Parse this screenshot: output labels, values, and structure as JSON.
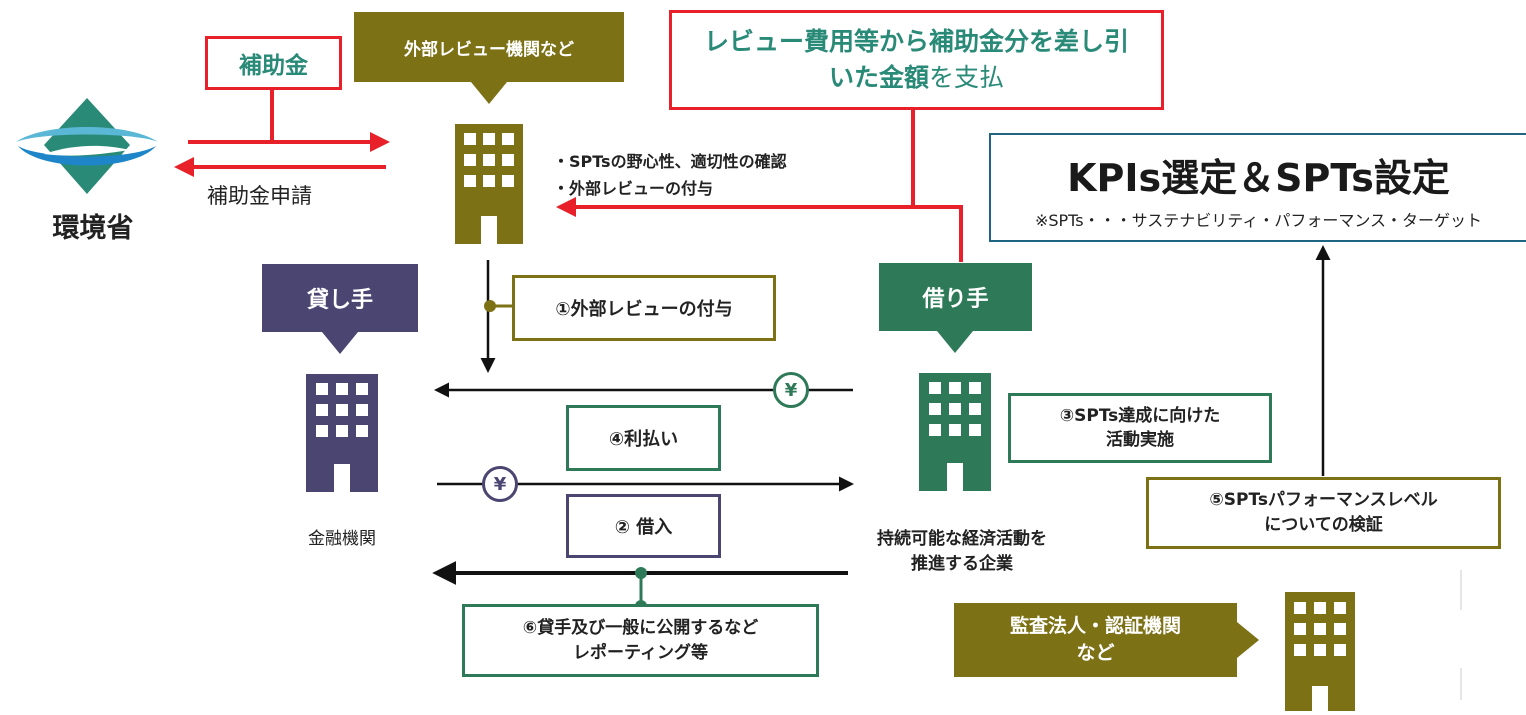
{
  "colors": {
    "red": "#e8202a",
    "olive": "#7d7116",
    "purple": "#4b4571",
    "green": "#2e7a58",
    "teal": "#2a8a78",
    "navy": "#1f6480"
  },
  "ministry": {
    "logo_icon": "ministry-of-environment-logo",
    "label": "環境省"
  },
  "subsidy": {
    "label": "補助金",
    "application_label": "補助金申請"
  },
  "reviewer": {
    "callout": "外部レビュー機関など",
    "tasks": [
      "・SPTsの野心性、適切性の確認",
      "・外部レビューの付与"
    ],
    "payment_note_bold": "レビュー費用等から補助金分を差し引いた金額",
    "payment_note_rest": "を支払"
  },
  "kpi": {
    "title": "KPIs選定＆SPTs設定",
    "note": "※SPTs・・・サステナビリティ・パフォーマンス・ターゲット"
  },
  "lender": {
    "callout": "貸し手",
    "caption": "金融機関"
  },
  "borrower": {
    "callout": "借り手",
    "caption": [
      "持続可能な経済活動を",
      "推進する企業"
    ]
  },
  "auditor": {
    "callout": [
      "監査法人・認証機関",
      "など"
    ]
  },
  "steps": {
    "s1": "①外部レビューの付与",
    "s2": "② 借入",
    "s3": [
      "③SPTs達成に向けた",
      "活動実施"
    ],
    "s4": "④利払い",
    "s5": [
      "⑤SPTsパフォーマンスレベル",
      "についての検証"
    ],
    "s6": [
      "⑥貸手及び一般に公開するなど",
      "レポーティング等"
    ]
  },
  "yen_symbol": "¥"
}
